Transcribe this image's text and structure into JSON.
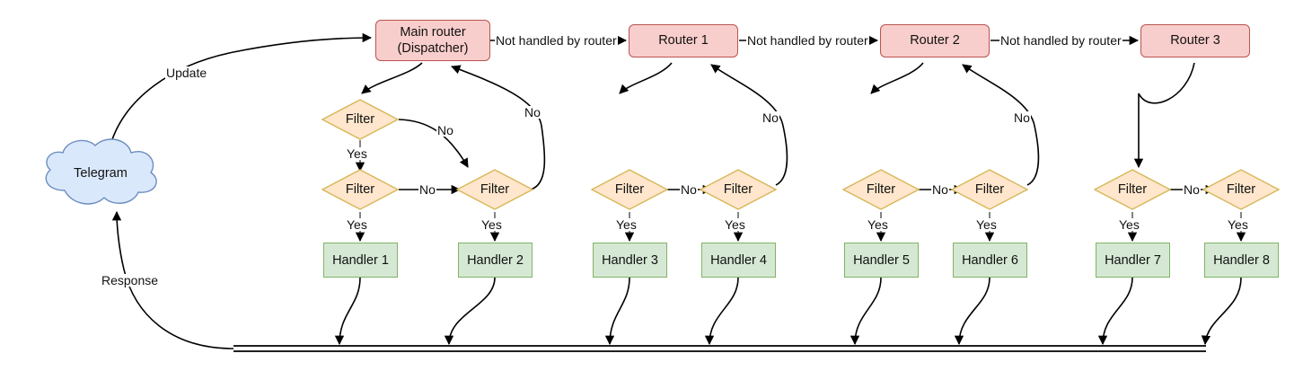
{
  "diagram": {
    "title": "Telegram bot update routing flow",
    "colors": {
      "router_fill": "#f8cecc",
      "router_stroke": "#b85450",
      "handler_fill": "#d5e8d4",
      "handler_stroke": "#82b366",
      "filter_fill": "#ffe6cc",
      "filter_stroke": "#d6b656",
      "cloud_fill": "#dae8fc",
      "cloud_stroke": "#6c8ebf",
      "edge_stroke": "#000000",
      "background": "#ffffff"
    },
    "cloud": {
      "label": "Telegram"
    },
    "routers": [
      {
        "id": "main-router",
        "line1": "Main router",
        "line2": "(Dispatcher)"
      },
      {
        "id": "router-1",
        "line1": "Router 1",
        "line2": ""
      },
      {
        "id": "router-2",
        "line1": "Router 2",
        "line2": ""
      },
      {
        "id": "router-3",
        "line1": "Router 3",
        "line2": ""
      }
    ],
    "filters": [
      {
        "id": "filter-a",
        "label": "Filter"
      },
      {
        "id": "filter-1",
        "label": "Filter"
      },
      {
        "id": "filter-2",
        "label": "Filter"
      },
      {
        "id": "filter-3",
        "label": "Filter"
      },
      {
        "id": "filter-4",
        "label": "Filter"
      },
      {
        "id": "filter-5",
        "label": "Filter"
      },
      {
        "id": "filter-6",
        "label": "Filter"
      },
      {
        "id": "filter-7",
        "label": "Filter"
      },
      {
        "id": "filter-8",
        "label": "Filter"
      }
    ],
    "handlers": [
      {
        "id": "handler-1",
        "label": "Handler 1"
      },
      {
        "id": "handler-2",
        "label": "Handler 2"
      },
      {
        "id": "handler-3",
        "label": "Handler 3"
      },
      {
        "id": "handler-4",
        "label": "Handler 4"
      },
      {
        "id": "handler-5",
        "label": "Handler 5"
      },
      {
        "id": "handler-6",
        "label": "Handler 6"
      },
      {
        "id": "handler-7",
        "label": "Handler 7"
      },
      {
        "id": "handler-8",
        "label": "Handler 8"
      }
    ],
    "edge_labels": {
      "update": "Update",
      "response": "Response",
      "not_handled_1": "Not handled by router",
      "not_handled_2": "Not handled by router",
      "not_handled_3": "Not handled by router",
      "yes": "Yes",
      "no": "No"
    }
  }
}
